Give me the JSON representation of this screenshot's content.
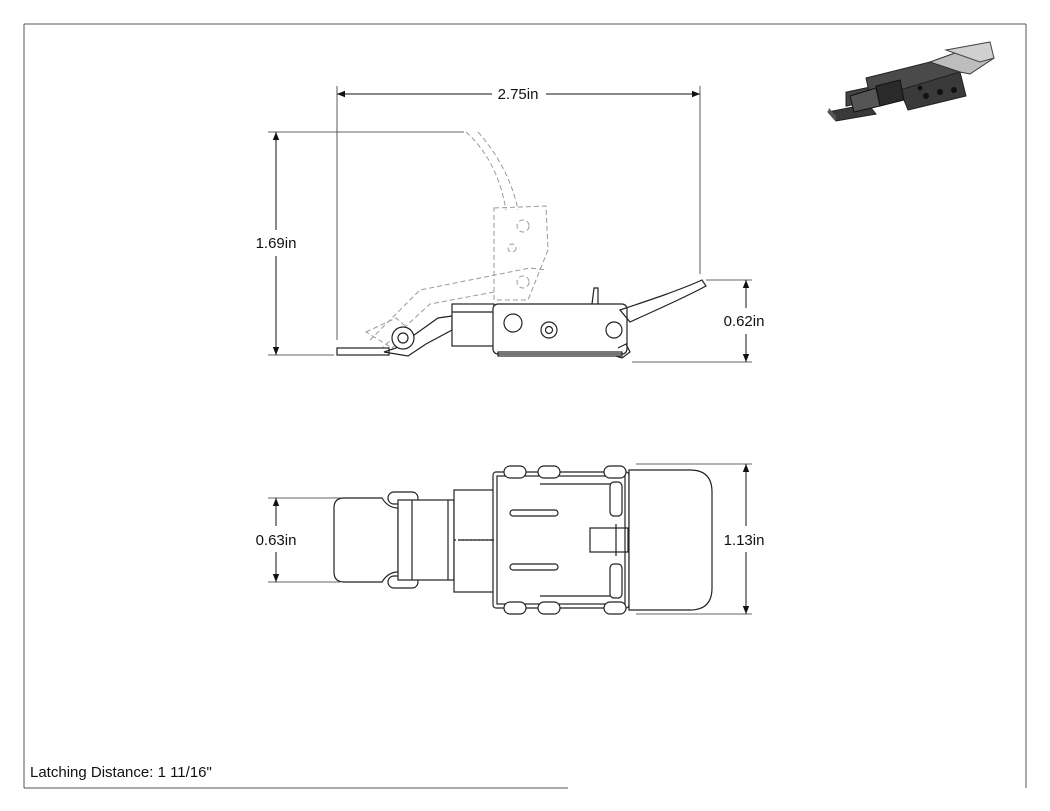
{
  "dimensions": {
    "width": "2.75in",
    "height": "1.69in",
    "side_height": "0.62in",
    "front_width": "0.63in",
    "front_height": "1.13in"
  },
  "footer": {
    "latching_distance": "Latching Distance: 1 11/16\""
  },
  "icons": {
    "iso_view": "latch-isometric-icon"
  },
  "colors": {
    "line": "#222222",
    "ghost": "#9a9a9a",
    "iso_dark": "#3a3a3a",
    "iso_light": "#bdbdbd"
  }
}
